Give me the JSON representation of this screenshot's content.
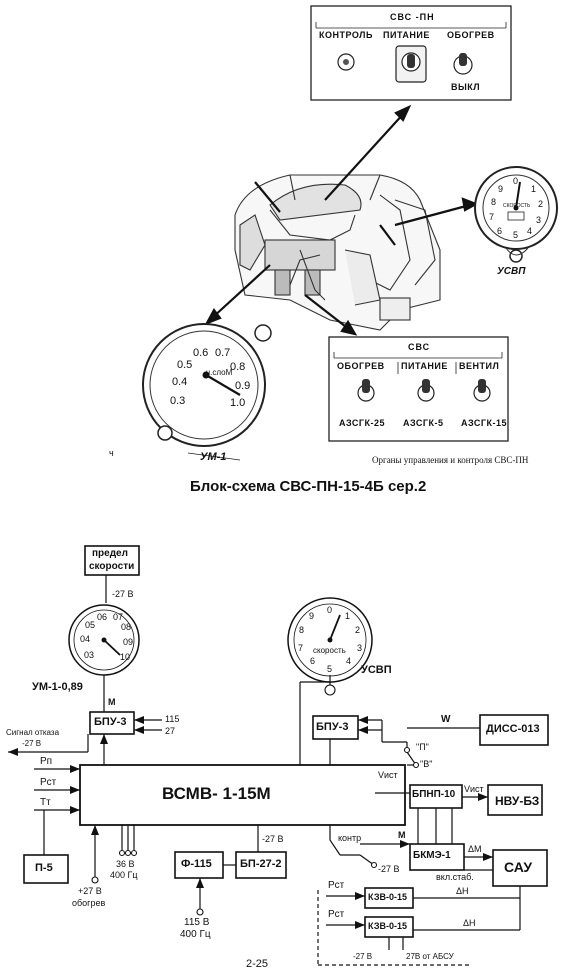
{
  "top_panel": {
    "title": "СВС -ПН",
    "controls": [
      "КОНТРОЛЬ",
      "ПИТАНИЕ",
      "ОБОГРЕВ"
    ],
    "state": "ВЫКЛ"
  },
  "usvp_gauge": {
    "ticks": [
      "0",
      "1",
      "2",
      "3",
      "4",
      "5",
      "6",
      "7",
      "8",
      "9"
    ],
    "inner": "СКОРОСТЬ",
    "label": "УСВП"
  },
  "um_gauge": {
    "ticks": [
      "0.3",
      "0.4",
      "0.5",
      "0.6",
      "0.7",
      "0.8",
      "0.9",
      "1.0"
    ],
    "inner": "ч.слоМ",
    "label": "УМ-1"
  },
  "svs_panel": {
    "title": "СВС",
    "columns": [
      "ОБОГРЕВ",
      "ПИТАНИЕ",
      "ВЕНТИЛ"
    ],
    "breakers": [
      "АЗСГК-25",
      "АЗСГК-5",
      "АЗСГК-15"
    ]
  },
  "caption": "Органы управления и контроля СВС-ПН",
  "margin_mark": "ч",
  "title": "Блок-схема СВС-ПН-15-4Б сер.2",
  "schematic": {
    "limit_box": [
      "предел",
      "скорости"
    ],
    "v27_top": "-27 В",
    "um_ticks": [
      "03",
      "04",
      "05",
      "06",
      "07",
      "08",
      "09",
      "10"
    ],
    "um_label": "УМ-1-0,89",
    "m_label": "М",
    "bpu_left": "БПУ-3",
    "n115": "115",
    "n27": "27",
    "fail_signal": "Сигнал отказа",
    "fail_v": "-27 В",
    "pn": "Рп",
    "pst": "Рст",
    "tt": "Тт",
    "vsmv": "ВСМВ- 1-15М",
    "p5": "П-5",
    "plus27": "+27 В",
    "obogrev": "обогрев",
    "v36": "36 В",
    "hz400": "400 Гц",
    "f115": "Ф-115",
    "bp27": "БП-27-2",
    "v27_bp": "-27 В",
    "v115": "115 В",
    "hz400b": "400 Гц",
    "usvp_ticks": [
      "0",
      "1",
      "2",
      "3",
      "4",
      "5",
      "6",
      "7",
      "8",
      "9"
    ],
    "usvp_inner": "скорость",
    "usvp_label": "УСВП",
    "bpu_right": "БПУ-3",
    "w": "W",
    "diss": "ДИСС-013",
    "p_label": "\"П\"",
    "v_label": "\"В\"",
    "vist": "Vист",
    "bpnp": "БПНП-10",
    "vist2": "Vист",
    "nvu": "НВУ-БЗ",
    "kontr": "контр",
    "m2": "М",
    "v27_kontr": "-27 В",
    "bkmz": "БКМЭ-1",
    "dm": "ΔМ",
    "vkl": "вкл.стаб.",
    "sau": "САУ",
    "pst2": "Рст",
    "kzv1": "КЗВ-0-15",
    "dh1": "ΔН",
    "pst3": "Рст",
    "kzv2": "КЗВ-0-15",
    "dh2": "ΔН",
    "v27_bottom": "-27 В",
    "absu": "27В от АБСУ",
    "page_no": "2-25"
  }
}
